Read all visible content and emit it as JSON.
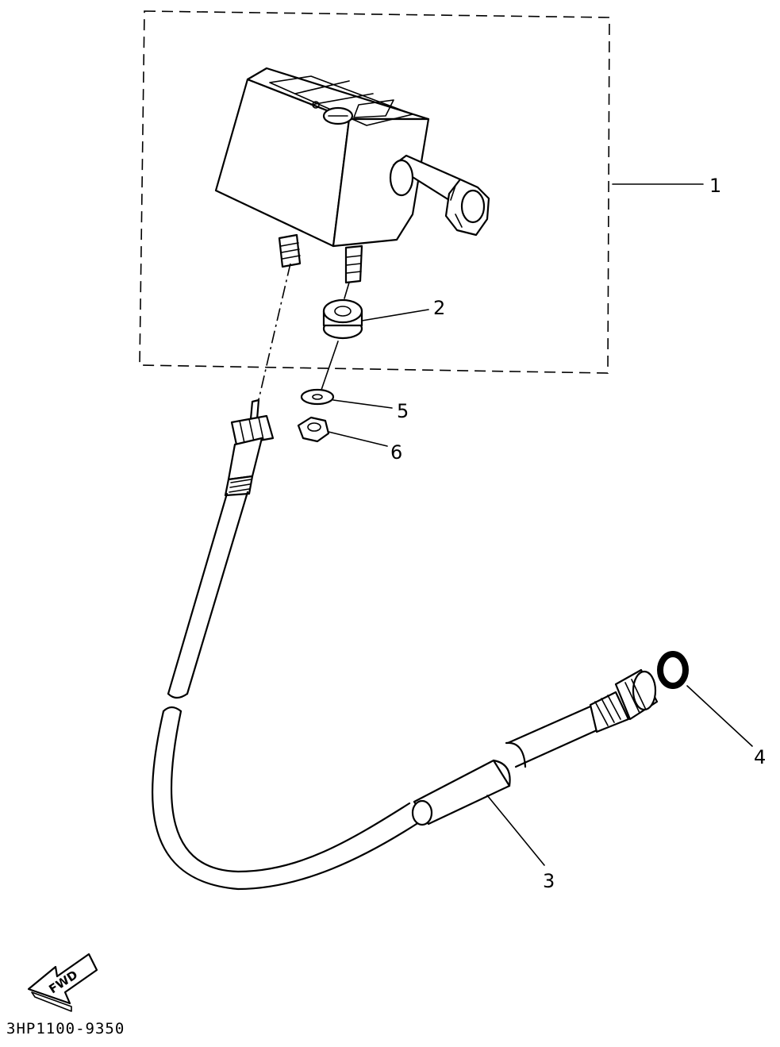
{
  "diagram": {
    "callouts": [
      {
        "id": "1",
        "label": "1"
      },
      {
        "id": "2",
        "label": "2"
      },
      {
        "id": "3",
        "label": "3"
      },
      {
        "id": "4",
        "label": "4"
      },
      {
        "id": "5",
        "label": "5"
      },
      {
        "id": "6",
        "label": "6"
      }
    ],
    "direction_label": "FWD",
    "drawing_code": "3HP1100-9350"
  }
}
